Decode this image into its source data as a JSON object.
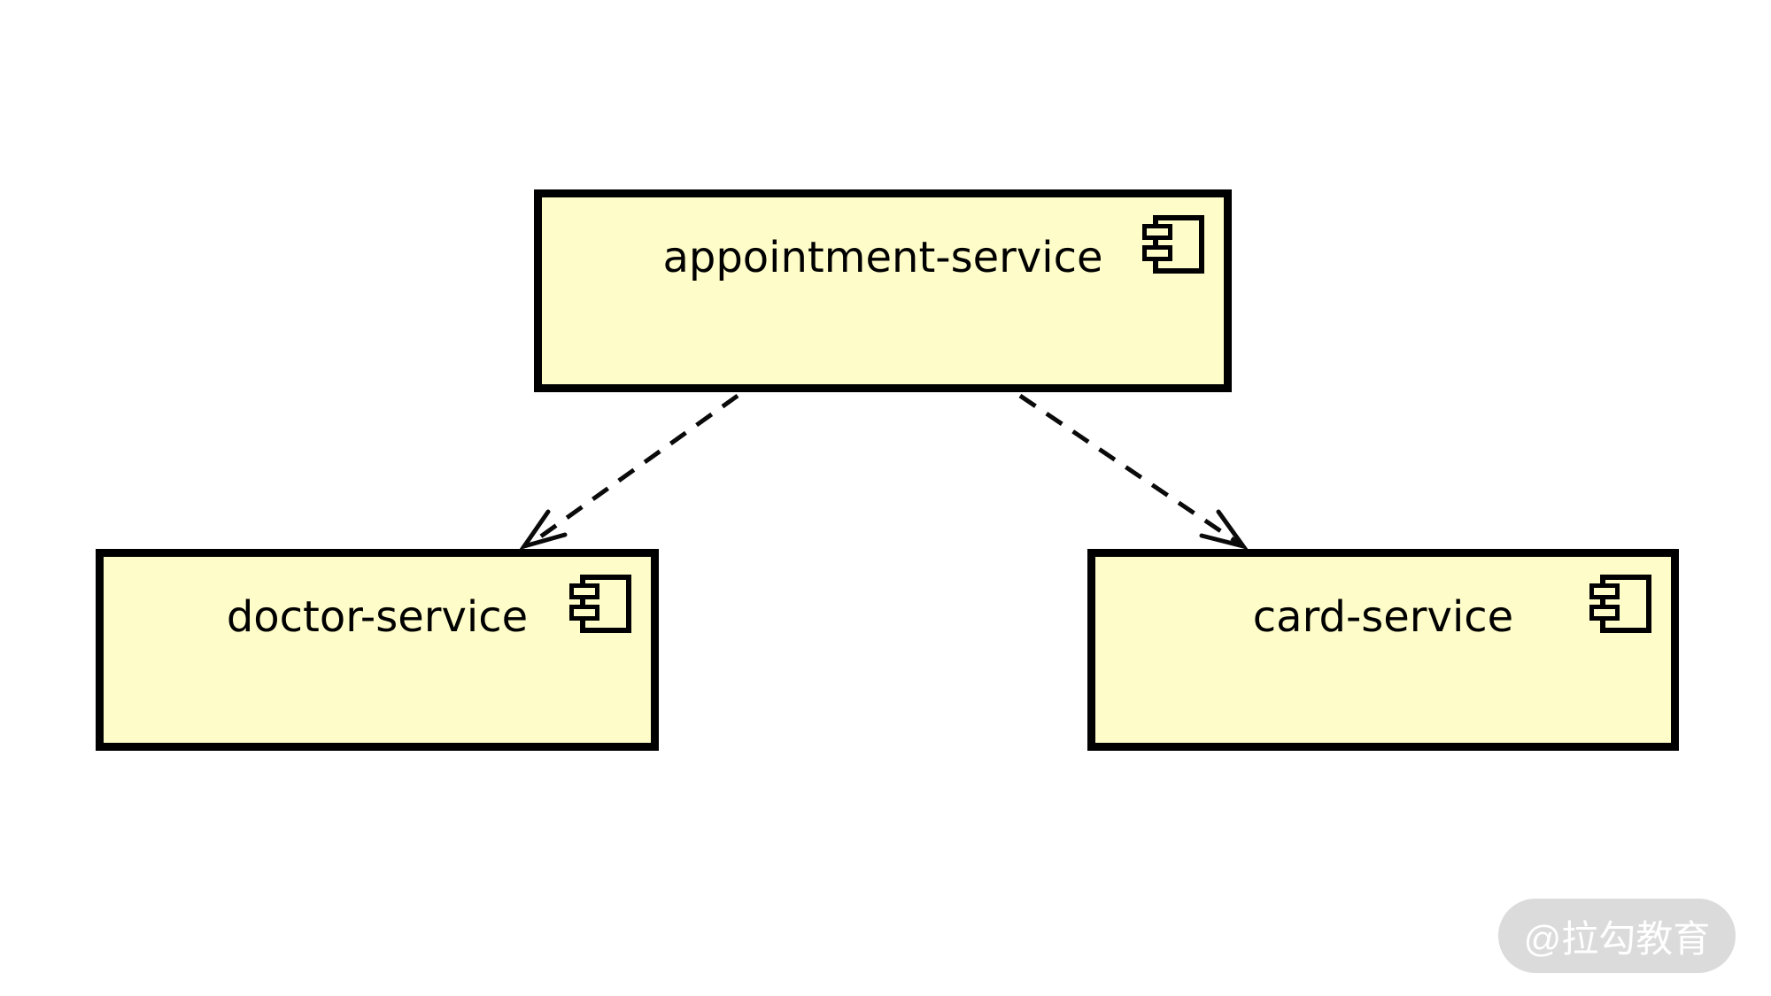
{
  "diagram": {
    "type": "uml-component-diagram",
    "background": "#FFFFFF",
    "components": [
      {
        "id": "appointment-service",
        "label": "appointment-service"
      },
      {
        "id": "doctor-service",
        "label": "doctor-service"
      },
      {
        "id": "card-service",
        "label": "card-service"
      }
    ],
    "dependencies": [
      {
        "from": "appointment-service",
        "to": "doctor-service",
        "style": "dashed-open-arrow"
      },
      {
        "from": "appointment-service",
        "to": "card-service",
        "style": "dashed-open-arrow"
      }
    ],
    "colors": {
      "component_fill": "#FEFCC8",
      "component_border": "#000000",
      "arrow": "#0a0a0a"
    }
  },
  "watermark": {
    "text": "@拉勾教育",
    "background": "#DBDBDB",
    "text_color": "#FFFFFF"
  }
}
